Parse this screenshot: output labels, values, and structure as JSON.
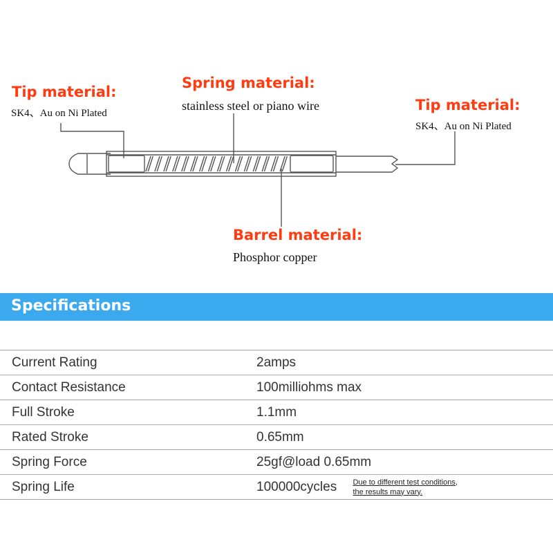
{
  "colors": {
    "callout_orange": "#ff3c11",
    "banner_blue": "#3ba9ee",
    "banner_text": "#ffffff",
    "drawing_stroke": "#555555"
  },
  "callouts": {
    "tip_left": {
      "title": "Tip material:",
      "text": "SK4、Au on Ni Plated"
    },
    "spring": {
      "title": "Spring material:",
      "text": "stainless steel or piano wire"
    },
    "tip_right": {
      "title": "Tip material:",
      "text": "SK4、Au on Ni Plated"
    },
    "barrel": {
      "title": "Barrel material:",
      "text": "Phosphor copper"
    }
  },
  "specs_title": "Specifications",
  "specs": [
    {
      "label": "Current Rating",
      "value": "2amps"
    },
    {
      "label": "Contact Resistance",
      "value": "100milliohms max"
    },
    {
      "label": "Full Stroke",
      "value": "1.1mm"
    },
    {
      "label": "Rated Stroke",
      "value": "0.65mm"
    },
    {
      "label": "Spring Force",
      "value": "25gf@load  0.65mm"
    },
    {
      "label": "Spring Life",
      "value": "100000cycles",
      "note": [
        "Due to different test conditions,",
        "the results may vary."
      ]
    }
  ]
}
